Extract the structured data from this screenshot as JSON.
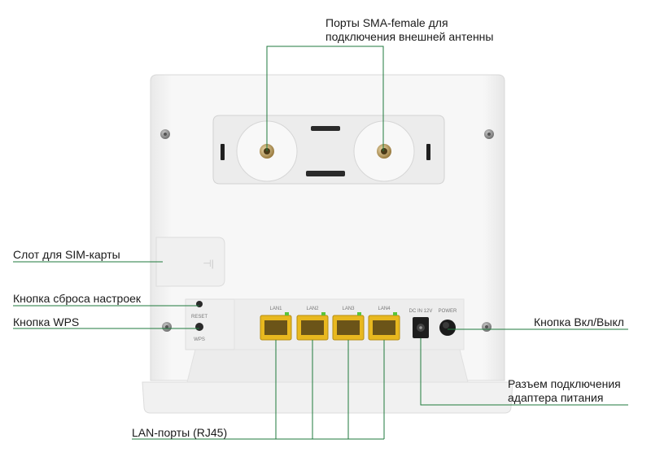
{
  "callouts": {
    "sma": [
      "Порты SMA-female для",
      "подключения внешней антенны"
    ],
    "sim": "Слот для SIM-карты",
    "reset": "Кнопка сброса настроек",
    "wps": "Кнопка WPS",
    "power": "Кнопка Вкл/Выкл",
    "dc": [
      "Разъем подключения",
      "адаптера питания"
    ],
    "lan": "LAN-порты (RJ45)"
  },
  "device": {
    "port_labels": [
      "LAN1",
      "LAN2",
      "LAN3",
      "LAN4"
    ],
    "dc_label": "DC IN 12V",
    "power_label": "POWER",
    "reset_label": "RESET",
    "wps_label": "WPS"
  },
  "colors": {
    "leader": "#1f7a3c",
    "lan_port": "#e8b81f",
    "body": "#f4f4f4",
    "status_led": "#5bc43a"
  }
}
